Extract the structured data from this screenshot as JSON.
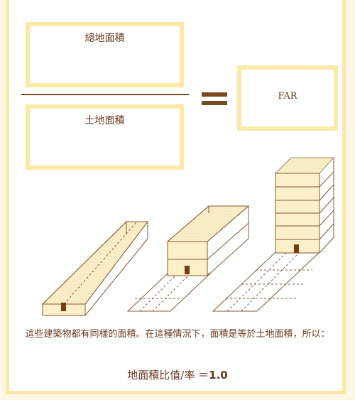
{
  "top_title": "",
  "numerator_label": "總地面積",
  "denominator_label": "土地面積",
  "result_label": "FAR",
  "equals_symbol": "=",
  "caption": "這些建築物都有同樣的面積。在這種情況下，面積是等於土地面積，所以：",
  "formula": {
    "label": "地面積比值/率",
    "equals": "＝",
    "value": "1.0"
  },
  "buildings": [
    {
      "floors": 1,
      "coverage": 1.0
    },
    {
      "floors": 2,
      "coverage": 0.5
    },
    {
      "floors": 6,
      "coverage": 0.25
    }
  ],
  "colors": {
    "border": "#fbe9a7",
    "ink": "#7a4a21",
    "fill": "#f5e3a8",
    "door": "#7a3b12"
  }
}
